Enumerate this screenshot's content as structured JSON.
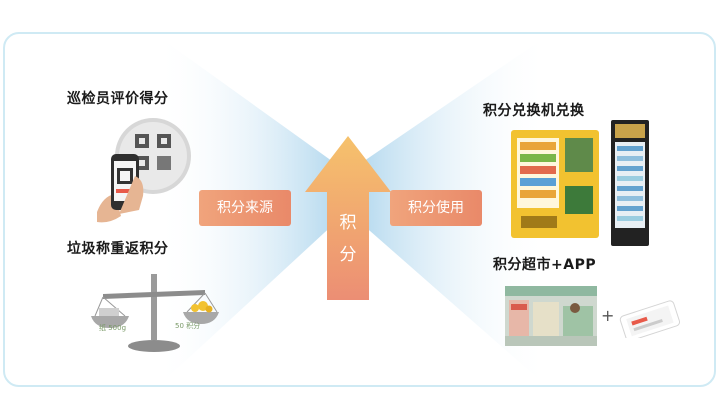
{
  "left": {
    "top_heading": "巡检员评价得分",
    "bottom_heading": "垃圾称重返积分",
    "tag": "积分来源",
    "scale_left_label": "纸 500g",
    "scale_right_label": "50 积分"
  },
  "center": {
    "arrow_char_1": "积",
    "arrow_char_2": "分"
  },
  "right": {
    "top_heading": "积分兑换机兑换",
    "bottom_heading": "积分超市+APP",
    "tag": "积分使用",
    "plus": "+"
  },
  "colors": {
    "border": "#cfeaf4",
    "beam": "#a9d3ec",
    "arrow_top": "#f6c26c",
    "arrow_bottom": "#ec8e74",
    "tag": "#ea8d6b",
    "vending_yellow": "#f2c230"
  }
}
